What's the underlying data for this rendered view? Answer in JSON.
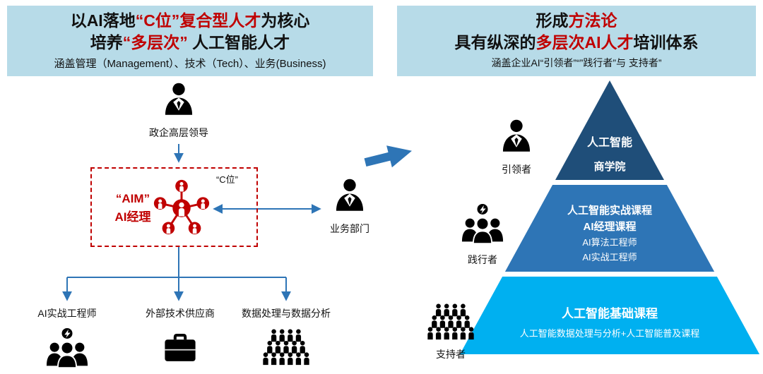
{
  "colors": {
    "header_bg": "#b7dbe8",
    "accent_red": "#c00000",
    "text_dark": "#111111",
    "connector_blue": "#2e75b6",
    "pyramid_top": "#1f4e79",
    "pyramid_mid": "#2e75b6",
    "pyramid_bottom": "#00b0f0"
  },
  "left_panel": {
    "header": {
      "l1_a": "以AI落地",
      "l1_b": "“C位”",
      "l1_c": "复合型人才",
      "l1_d": "为核心",
      "l2_a": "培养",
      "l2_b": "“多层次”",
      "l2_c": " 人工智能人才",
      "l3": "涵盖管理（Management）、技术（Tech）、业务(Business)"
    },
    "top_role": "政企高层领导",
    "c_position_label": "“C位”",
    "aim_box": {
      "line1": "“AIM”",
      "line2": "AI经理"
    },
    "business_role": "业务部门",
    "bottom_roles": [
      "AI实战工程师",
      "外部技术供应商",
      "数据处理与数据分析"
    ]
  },
  "right_panel": {
    "header": {
      "l1_a": "形成",
      "l1_b": "方法论",
      "l2_a": "具有纵深的",
      "l2_b": "多层次AI人才",
      "l2_c": "培训体系",
      "l3": "涵盖企业AI“引领者”“”践行者”与 支持者”"
    },
    "side_labels": [
      "引领者",
      "践行者",
      "支持者"
    ],
    "pyramid": {
      "tier1": {
        "line1": "人工智能",
        "line2": "商学院"
      },
      "tier2": {
        "line1": "人工智能实战课程",
        "line2": "AI经理课程",
        "line3": "AI算法工程师",
        "line4": "AI实战工程师"
      },
      "tier3": {
        "line1": "人工智能基础课程",
        "line2": "人工智能数据处理与分析+人工智能普及课程"
      }
    }
  },
  "icons": {
    "top_role": "business-person-icon",
    "aim_hub": "network-people-hub-icon",
    "business_role": "business-person-icon",
    "ai_engineer": "team-lightning-icon",
    "supplier": "briefcase-icon",
    "data_analysis": "crowd-icon",
    "leader": "business-person-icon",
    "practitioner": "team-lightning-icon",
    "supporter": "crowd-icon",
    "flow": "right-arrow-icon"
  }
}
